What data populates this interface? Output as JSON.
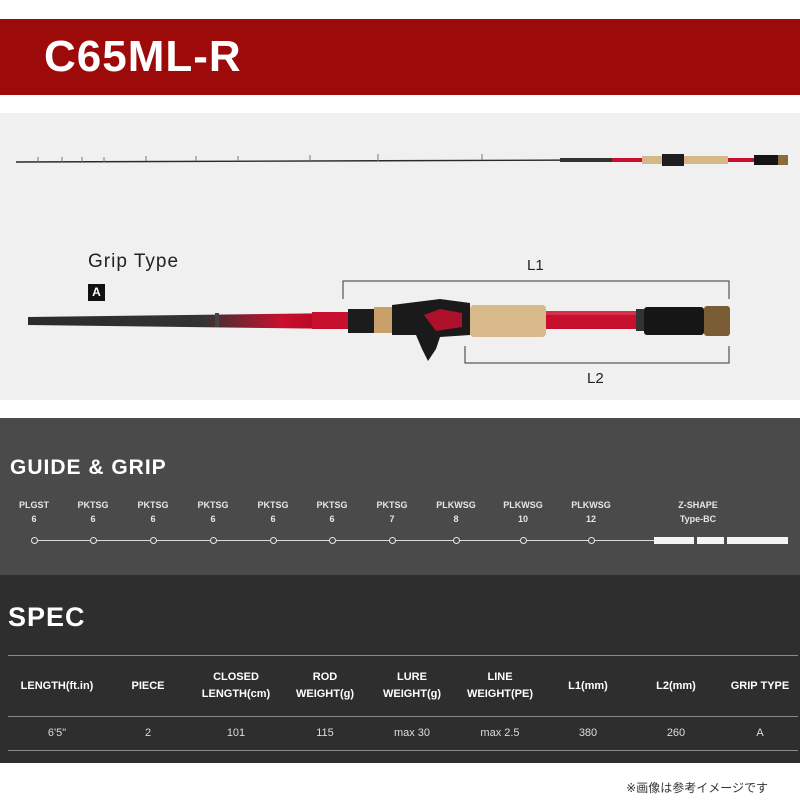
{
  "header": {
    "title": "C65ML-R"
  },
  "product_image": {
    "grip_type_label": "Grip Type",
    "grip_type_badge": "A",
    "dimension_l1": "L1",
    "dimension_l2": "L2"
  },
  "guide": {
    "title": "GUIDE & GRIP",
    "items": [
      {
        "name": "PLGST",
        "size": "6"
      },
      {
        "name": "PKTSG",
        "size": "6"
      },
      {
        "name": "PKTSG",
        "size": "6"
      },
      {
        "name": "PKTSG",
        "size": "6"
      },
      {
        "name": "PKTSG",
        "size": "6"
      },
      {
        "name": "PKTSG",
        "size": "6"
      },
      {
        "name": "PKTSG",
        "size": "7"
      },
      {
        "name": "PLKWSG",
        "size": "8"
      },
      {
        "name": "PLKWSG",
        "size": "10"
      },
      {
        "name": "PLKWSG",
        "size": "12"
      }
    ],
    "reel_seat": {
      "name": "Z-SHAPE",
      "type": "Type-BC"
    }
  },
  "spec": {
    "title": "SPEC",
    "headers": [
      "LENGTH(ft.in)",
      "PIECE",
      "CLOSED\nLENGTH(cm)",
      "ROD\nWEIGHT(g)",
      "LURE\nWEIGHT(g)",
      "LINE\nWEIGHT(PE)",
      "L1(mm)",
      "L2(mm)",
      "GRIP TYPE"
    ],
    "values": [
      "6'5\"",
      "2",
      "101",
      "115",
      "max 30",
      "max 2.5",
      "380",
      "260",
      "A"
    ]
  },
  "footnote": "※画像は参考イメージです",
  "colors": {
    "header": "#9c0a0a",
    "blank_accent": "#c8102e",
    "guide_bg": "#4a4a4a",
    "spec_bg": "#2e2e2e"
  }
}
